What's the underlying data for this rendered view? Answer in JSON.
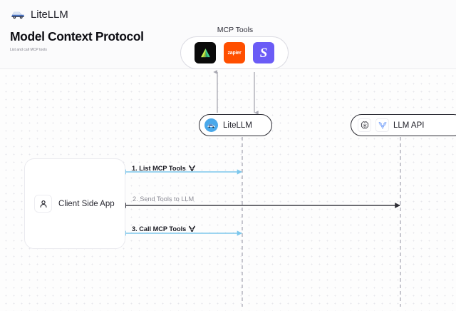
{
  "header": {
    "brand": "LiteLLM",
    "brand_logo_icon": "litellm-truck-icon",
    "title": "Model Context Protocol",
    "subtitle": "List and call MCP tools"
  },
  "diagram": {
    "mcp_tools": {
      "title": "MCP Tools",
      "tools": [
        {
          "name": "supabase",
          "icon": "supabase-triangle-icon",
          "label": "",
          "bg": "#0a0a0a"
        },
        {
          "name": "zapier",
          "icon": "zapier-wordmark-icon",
          "label": "zapier",
          "bg": "#ff4f00"
        },
        {
          "name": "stripe",
          "icon": "stripe-s-icon",
          "label": "S",
          "bg": "#6b5cf6"
        }
      ]
    },
    "litellm_node": {
      "label": "LiteLLM",
      "icon": "litellm-avatar-icon"
    },
    "llm_api_node": {
      "label": "LLM API",
      "icons": [
        {
          "name": "openai-icon"
        },
        {
          "name": "anthropic-icon"
        }
      ]
    },
    "client_node": {
      "label": "Client Side App",
      "icon": "person-icon"
    },
    "messages": [
      {
        "id": "msg-1",
        "label": "1. List MCP Tools",
        "icon": "tools-icon",
        "style": "dark",
        "arrow_color": "#7cc7ec"
      },
      {
        "id": "msg-2",
        "label": "2. Send Tools to LLM",
        "icon": "",
        "style": "grey",
        "arrow_color": "#3c3c44"
      },
      {
        "id": "msg-3",
        "label": "3. Call MCP Tools",
        "icon": "tools-icon",
        "style": "dark",
        "arrow_color": "#7cc7ec"
      }
    ]
  },
  "colors": {
    "accent_blue": "#7cc7ec",
    "dark_line": "#3c3c44",
    "lifeline": "#b9b9c2",
    "canvas_bg": "#fdfdfd",
    "header_bg": "#fbfbfc"
  }
}
